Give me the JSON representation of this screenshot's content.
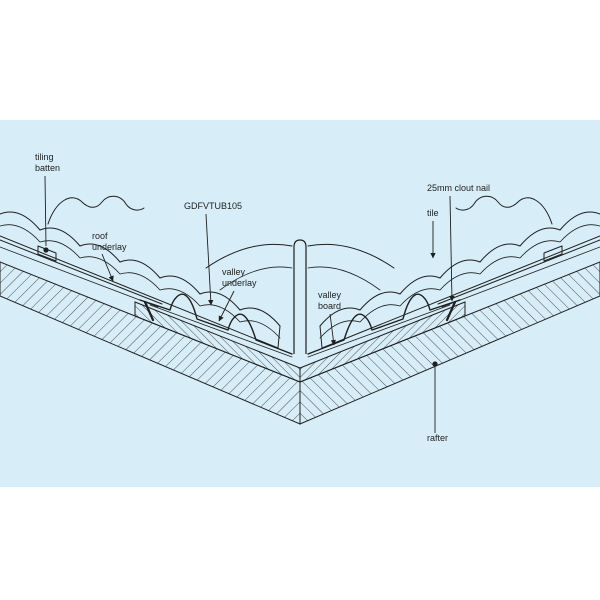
{
  "diagram": {
    "type": "roof valley construction detail",
    "background_color": "#d7edf7",
    "line_color": "#1f1f1f"
  },
  "labels": {
    "tiling_batten": {
      "line1": "tiling",
      "line2": "batten"
    },
    "roof_underlay": {
      "line1": "roof",
      "line2": "underlay"
    },
    "product_code": "GDFVTUB105",
    "valley_underlay": {
      "line1": "valley",
      "line2": "underlay"
    },
    "valley_board": {
      "line1": "valley",
      "line2": "board"
    },
    "clout_nail": "25mm clout nail",
    "tile": "tile",
    "rafter": "rafter"
  }
}
